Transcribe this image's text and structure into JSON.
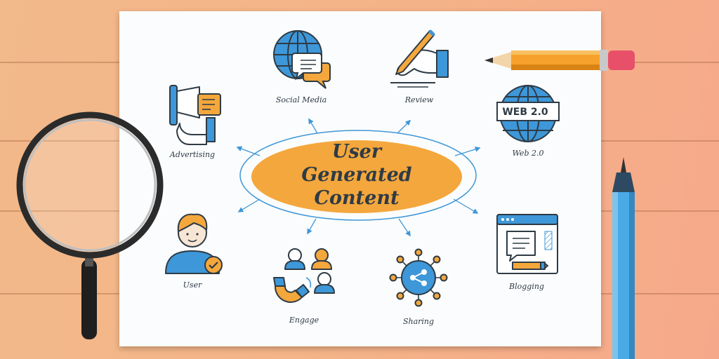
{
  "center": {
    "lines": [
      "User",
      "Generated",
      "Content"
    ]
  },
  "nodes": {
    "social_media": "Social Media",
    "review": "Review",
    "web20": "Web 2.0",
    "web20_badge": "WEB 2.0",
    "advertising": "Advertising",
    "user": "User",
    "engage": "Engage",
    "sharing": "Sharing",
    "blogging": "Blogging"
  },
  "icons": [
    "globe-chat-icon",
    "hand-pen-icon",
    "web-globe-icon",
    "megaphone-icon",
    "user-check-icon",
    "magnet-people-icon",
    "share-network-icon",
    "browser-blog-icon"
  ],
  "colors": {
    "accent_blue": "#3e97d8",
    "accent_orange": "#f4a73c",
    "outline": "#2e3b45"
  }
}
